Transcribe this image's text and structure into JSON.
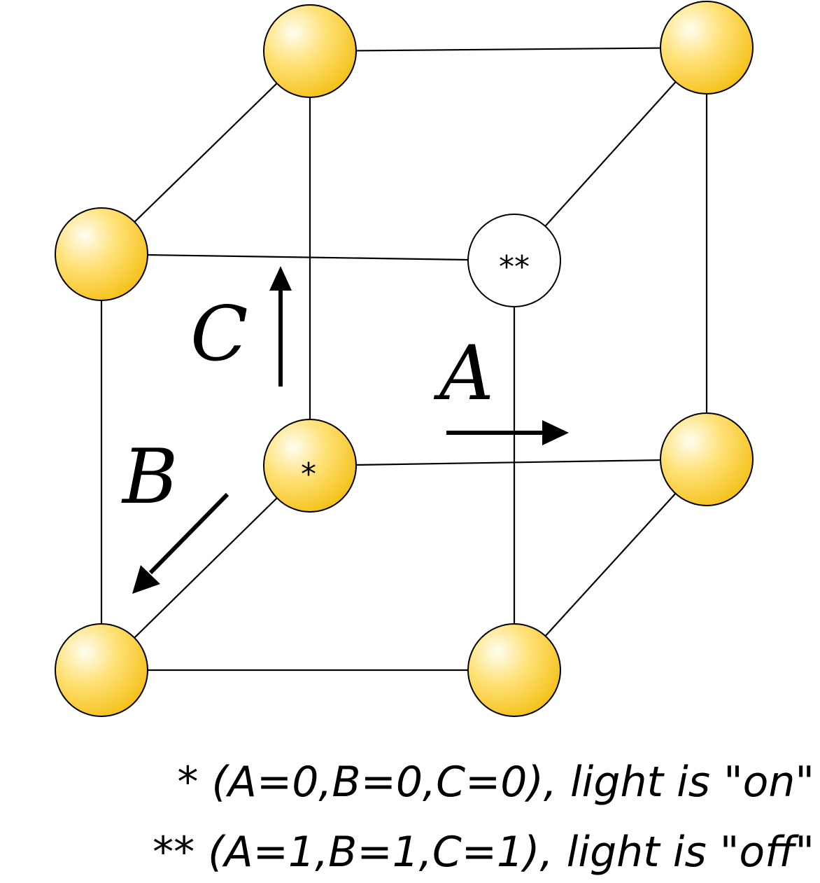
{
  "colors": {
    "sphere_on_light": "#fffdf0",
    "sphere_on_mid": "#ffe27a",
    "sphere_on_dark": "#f5c21b",
    "sphere_off": "#ffffff",
    "line": "#000000"
  },
  "nodes": {
    "back_top_left": {
      "label": "",
      "state": "on"
    },
    "back_top_right": {
      "label": "",
      "state": "on"
    },
    "back_bottom_left": {
      "label": "*",
      "state": "on"
    },
    "back_bottom_right": {
      "label": "",
      "state": "on"
    },
    "front_top_left": {
      "label": "",
      "state": "on"
    },
    "front_top_right": {
      "label": "**",
      "state": "off"
    },
    "front_bottom_left": {
      "label": "",
      "state": "on"
    },
    "front_bottom_right": {
      "label": "",
      "state": "on"
    }
  },
  "axes": {
    "a": {
      "label": "A"
    },
    "b": {
      "label": "B"
    },
    "c": {
      "label": "C"
    }
  },
  "legend": {
    "line1": "* (A=0,B=0,C=0), light is \"on\"",
    "line2": "** (A=1,B=1,C=1), light is \"off\""
  }
}
